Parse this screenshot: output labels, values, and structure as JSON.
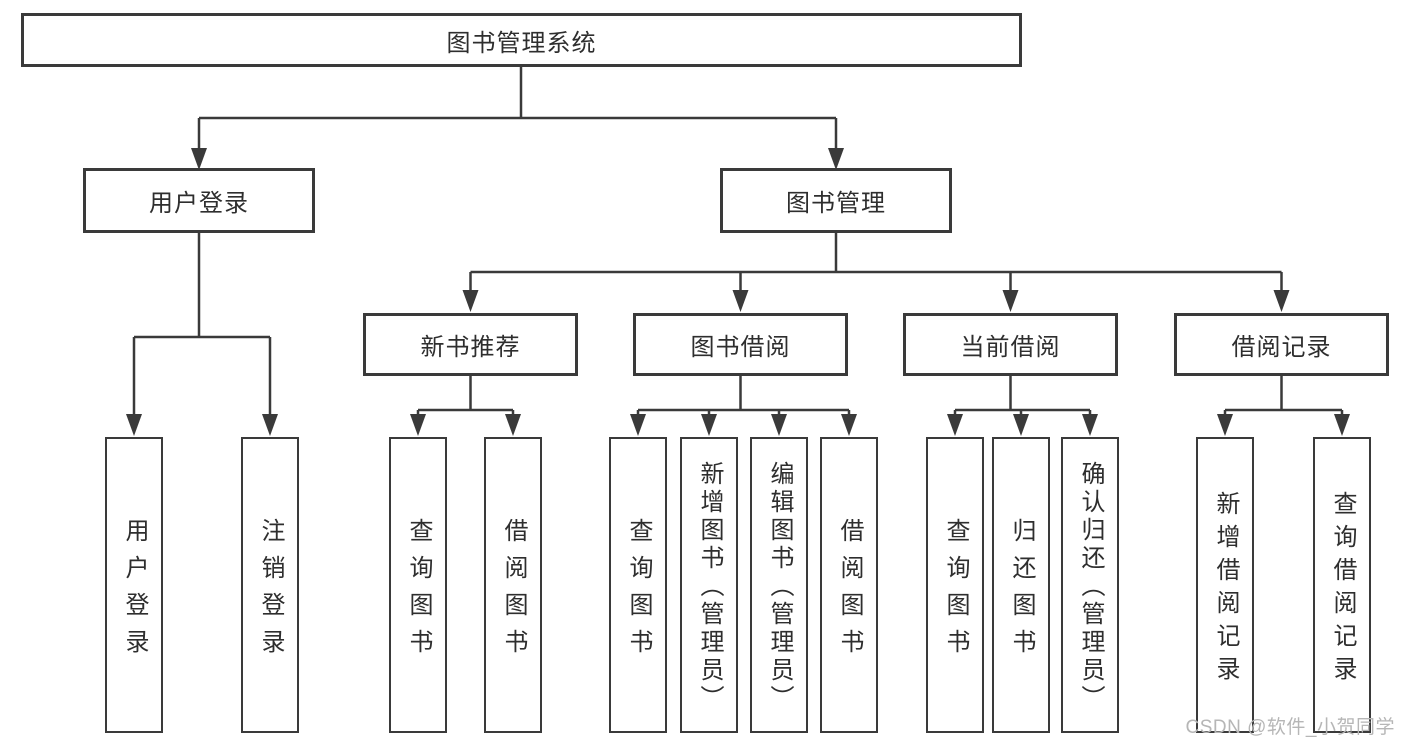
{
  "diagram": {
    "title_node": {
      "label": "图书管理系统"
    },
    "branches": [
      {
        "label": "用户登录",
        "children": [
          {
            "label": "用户登录"
          },
          {
            "label": "注销登录"
          }
        ]
      },
      {
        "label": "图书管理",
        "children": [
          {
            "label": "新书推荐",
            "children": [
              {
                "label": "查询图书"
              },
              {
                "label": "借阅图书"
              }
            ]
          },
          {
            "label": "图书借阅",
            "children": [
              {
                "label": "查询图书"
              },
              {
                "label": "新增图书（管理员）"
              },
              {
                "label": "编辑图书（管理员）"
              },
              {
                "label": "借阅图书"
              }
            ]
          },
          {
            "label": "当前借阅",
            "children": [
              {
                "label": "查询图书"
              },
              {
                "label": "归还图书"
              },
              {
                "label": "确认归还（管理员）"
              }
            ]
          },
          {
            "label": "借阅记录",
            "children": [
              {
                "label": "新增借阅记录"
              },
              {
                "label": "查询借阅记录"
              }
            ]
          }
        ]
      }
    ]
  },
  "watermark": {
    "text": "CSDN @软件_小贺同学"
  },
  "colors": {
    "line": "#3a3a3a",
    "border": "#3a3a3a",
    "text": "#2e2e2e",
    "watermark": "#b6b6b6",
    "background": "#ffffff"
  }
}
